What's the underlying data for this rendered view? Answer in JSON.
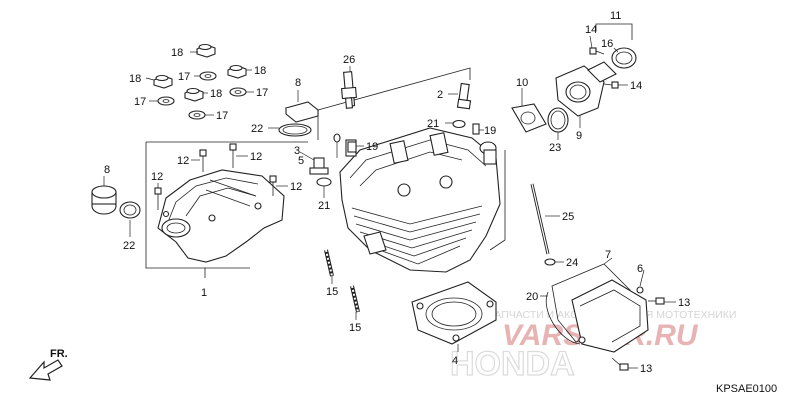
{
  "diagram": {
    "callouts": {
      "c1": "1",
      "c2": "2",
      "c3": "3",
      "c4": "4",
      "c5": "5",
      "c6": "6",
      "c7": "7",
      "c8a": "8",
      "c8b": "8",
      "c9": "9",
      "c10": "10",
      "c11": "11",
      "c12a": "12",
      "c12b": "12",
      "c12c": "12",
      "c12d": "12",
      "c13a": "13",
      "c13b": "13",
      "c14a": "14",
      "c14b": "14",
      "c15a": "15",
      "c15b": "15",
      "c16": "16",
      "c17a": "17",
      "c17b": "17",
      "c17c": "17",
      "c17d": "17",
      "c18a": "18",
      "c18b": "18",
      "c18c": "18",
      "c18d": "18",
      "c19a": "19",
      "c19b": "19",
      "c20": "20",
      "c21a": "21",
      "c21b": "21",
      "c22a": "22",
      "c22b": "22",
      "c23": "23",
      "c24": "24",
      "c25": "25",
      "c26": "26"
    },
    "front_marker": "FR.",
    "diagram_code": "KPSAE0100",
    "watermark_top": "ЗАПЧАСТИ И АКСЕССУАРЫ ДЛЯ МОТОТЕХНИКИ",
    "watermark_brand": "VARSTOR.RU",
    "watermark_make": "HONDA"
  }
}
